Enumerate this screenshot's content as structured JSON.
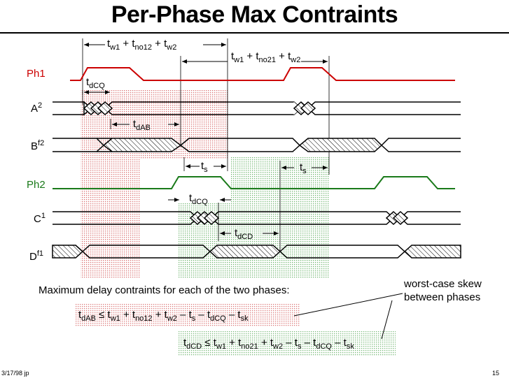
{
  "title": "Per-Phase Max Contraints",
  "signals": {
    "ph1": "Ph1",
    "a": {
      "base": "A",
      "sup": "2"
    },
    "b": {
      "base": "B",
      "sup": "f2"
    },
    "ph2": "Ph2",
    "c": {
      "base": "C",
      "sup": "1"
    },
    "d": {
      "base": "D",
      "sup": "f1"
    }
  },
  "timing": {
    "tw1": {
      "base": "t",
      "sub": "w1"
    },
    "tno12": {
      "base": "t",
      "sub": "no12"
    },
    "tno21": {
      "base": "t",
      "sub": "no21"
    },
    "tw2": {
      "base": "t",
      "sub": "w2"
    },
    "tdcq": {
      "base": "t",
      "sub": "dCQ"
    },
    "tdab": {
      "base": "t",
      "sub": "dAB"
    },
    "ts": {
      "base": "t",
      "sub": "s"
    },
    "tdcd": {
      "base": "t",
      "sub": "dCD"
    },
    "tsk": {
      "base": "t",
      "sub": "sk"
    },
    "plus": "+",
    "minus": "–",
    "leq": "≤"
  },
  "caption": "Maximum delay contraints for each of the two phases:",
  "skew_note": {
    "line1": "worst-case skew",
    "line2": "between phases"
  },
  "footer": {
    "date": "3/17/98 jp",
    "page": "15"
  },
  "colors": {
    "ph1": "#cc0000",
    "ph2": "#1a7a1a",
    "pinkShade": "#e8a0a0",
    "greenShade": "#a8d8a8"
  }
}
